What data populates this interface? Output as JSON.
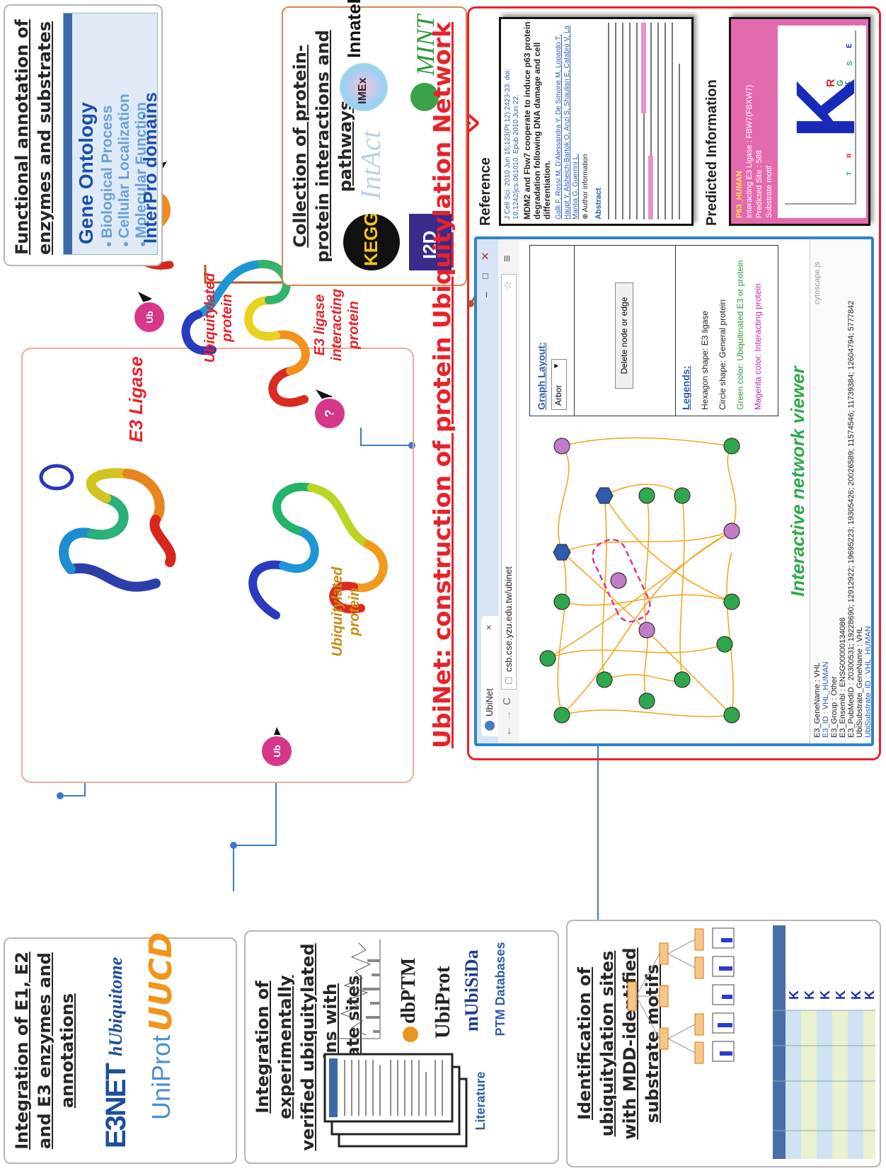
{
  "boxes": {
    "integration": {
      "title": "Integration of E1, E2 and E3 enzymes and annotations",
      "logos": [
        "E3NET",
        "hUbiquitome",
        "UniProt",
        "UUCD"
      ]
    },
    "verified": {
      "title": "Integration of experimentally verified ubiquitylated proteins with substrate sites",
      "literature": "Literature",
      "logos": [
        "dbPTM",
        "UbiProt",
        "mUbiSiDa"
      ],
      "ptm_label": "PTM Databases"
    },
    "identification": {
      "title": "Identification of ubiquitylation sites with MDD-identified substrate motifs"
    },
    "functional": {
      "title": "Functional annotation of enzymes and substrates",
      "items": [
        "Gene Ontology",
        "Biological Process",
        "Cellular Localization",
        "Molecular Function",
        "InterPro domains"
      ]
    },
    "collection": {
      "title": "Collection of protein-protein interactions and pathways",
      "logos": [
        "KEGG",
        "IntAct",
        "I2D",
        "IMEx",
        "InnateDB",
        "MINT"
      ]
    }
  },
  "center": {
    "e3_label": "E3 Ligase",
    "ubi_left": "Ubiquitylated protein",
    "ubi_top": "Ubiquitylated protein",
    "interacting": "E3 ligase interacting protein",
    "ub": "Ub",
    "question": "?"
  },
  "ubinet": {
    "title_prefix": "UbiNet",
    "title_middle": ": construction of protein ",
    "title_ubi": "Ubi",
    "title_q": "quitylation ",
    "title_n": "N",
    "title_end": "etwork"
  },
  "browser": {
    "tab": "UbiNet",
    "url": "csb.cse.yzu.edu.tw/ubinet",
    "graph_layout_label": "Graph Layout:",
    "layout_value": "Arbor",
    "delete_button": "Delete node or edge",
    "legends_label": "Legends:",
    "legend_items": [
      "Hexagon shape: E3 ligase",
      "Circle shape: General protein",
      "Green color: Ubiquitinated E3 or protein",
      "Magenta color: Interacting protein"
    ],
    "viewer_label": "Interactive network viewer",
    "info": [
      "E3_GeneName : VHL",
      "E3_ID : VHL_HUMAN",
      "E3_Group : Other",
      "E3_Ensembl : ENSG00000134086",
      "E3_PubMedID : 20300531; 19228690; 12912922; 19695223; 19305426; 20026589; 11574546; 11739384; 12604794; 5777842",
      "UbiSubstrate_GeneName : VHL",
      "UbiSubstrate_ID : VHL_HUMAN"
    ],
    "cytoscape": "cytoscape.js"
  },
  "reference": {
    "label": "Reference",
    "citation": "J Cell Sci. 2010 Jun 15;123(Pt 12):2423-33. doi: 10.1242/jcs.061010. Epub 2010 Jun 22.",
    "paper_title": "MDM2 and Fbw7 cooperate to induce p63 protein degradation following DNA damage and cell differentiation.",
    "authors": "Galli F, Rossi M, D'Alessandra Y, De Simone M, Lopardo T, Haupt Y, Alsheich-Bartok O, Anzi S, Shaulian E, Calabrò V, La Mantia G, Guerrini L.",
    "author_info": "Author information",
    "abstract_label": "Abstract"
  },
  "predicted": {
    "label": "Predicted Information",
    "lines": [
      "P63_HUMAN",
      "Interacting E3 Ligase : FBW7(FBXW7)",
      "Predicted Site : 588",
      "Substrate motif"
    ]
  }
}
